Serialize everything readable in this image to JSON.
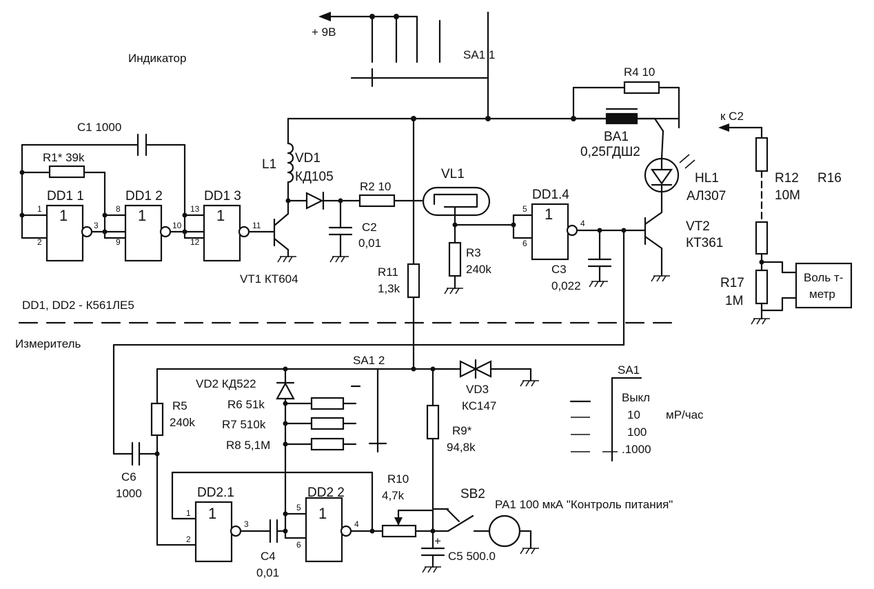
{
  "labels": {
    "plus9v": "+ 9В",
    "indicator": "Индикатор",
    "meter": "Измеритель",
    "dd_note": "DD1, DD2 - К561ЛЕ5",
    "sa1_1": "SA1 1",
    "sa1_2": "SA1 2",
    "sa1": "SA1",
    "k_c2": "к C2",
    "c1": "C1 1000",
    "r1": "R1* 39k",
    "dd1_1": "DD1 1",
    "dd1_2": "DD1 2",
    "dd1_3": "DD1 3",
    "dd1_4": "DD1.4",
    "dd2_1": "DD2.1",
    "dd2_2": "DD2 2",
    "l1": "L1",
    "vd1": "VD1",
    "vd1_type": "КД105",
    "r2": "R2 10",
    "c2": "C2",
    "c2_val": "0,01",
    "vt1": "VT1 КТ604",
    "r11": "R11",
    "r11_val": "1,3k",
    "vl1": "VL1",
    "r3": "R3",
    "r3_val": "240k",
    "c3": "C3",
    "c3_val": "0,022",
    "r4": "R4 10",
    "ba1": "BA1",
    "ba1_type": "0,25ГДШ2",
    "hl1": "HL1",
    "hl1_type": "АЛ307",
    "vt2": "VT2",
    "vt2_type": "КТ361",
    "r12": "R12",
    "r12_val": "10M",
    "r16": "R16",
    "r17": "R17",
    "r17_val": "1M",
    "voltmeter_1": "Воль т-",
    "voltmeter_2": "метр",
    "vd2": "VD2 КД522",
    "r5": "R5",
    "r5_val": "240k",
    "r6": "R6 51k",
    "r7": "R7 510k",
    "r8": "R8 5,1M",
    "c6": "C6",
    "c6_val": "1000",
    "c4": "C4",
    "c4_val": "0,01",
    "vd3": "VD3",
    "vd3_type": "КС147",
    "r9": "R9*",
    "r9_val": "94,8k",
    "r10": "R10",
    "r10_val": "4,7k",
    "sb2": "SB2",
    "pa1": "PA1 100 мкА \"Контроль питания\"",
    "c5": "C5 500.0",
    "plus": "+",
    "sw_off": "Выкл",
    "sw_10": "10",
    "sw_unit": "мР/час",
    "sw_100": "100",
    "sw_1000": ".1000",
    "gate_1": "1",
    "p1": "1",
    "p2": "2",
    "p3": "3",
    "p4": "4",
    "p5": "5",
    "p6": "6",
    "p8": "8",
    "p9": "9",
    "p10": "10",
    "p11": "11",
    "p12": "12",
    "p13": "13"
  }
}
